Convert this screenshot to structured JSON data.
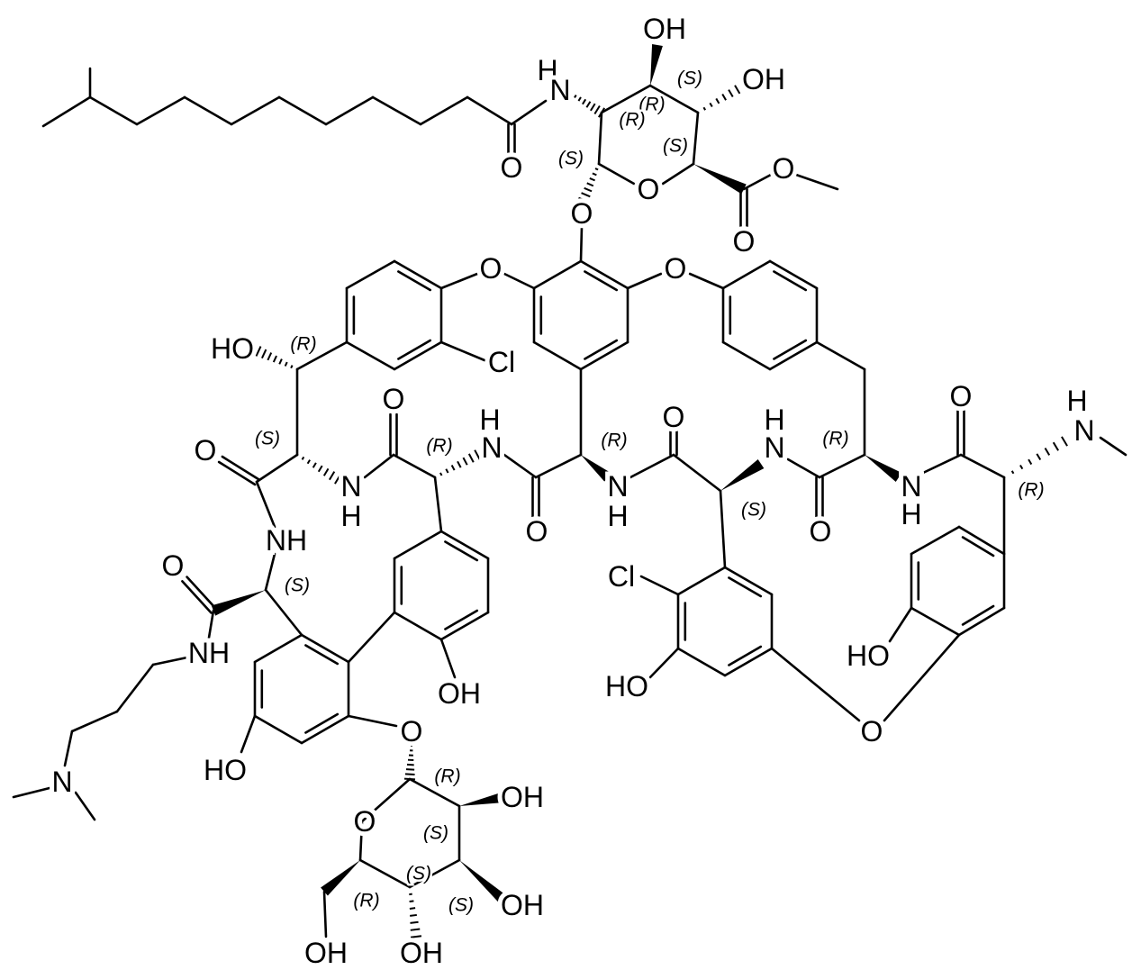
{
  "structure": {
    "bond_color": "#000000",
    "background": "#ffffff",
    "atom_labels": [
      "H",
      "N",
      "OH",
      "OH",
      "O",
      "O",
      "O",
      "O",
      "O",
      "O",
      "O",
      "HO",
      "Cl",
      "O",
      "H",
      "N",
      "O",
      "N",
      "H",
      "O",
      "N",
      "H",
      "O",
      "H",
      "N",
      "O",
      "N",
      "H",
      "O",
      "H",
      "N",
      "NH",
      "O",
      "NH",
      "Cl",
      "HO",
      "HO",
      "OH",
      "O",
      "HO",
      "O",
      "N",
      "O",
      "OH",
      "OH",
      "OH",
      "OH"
    ],
    "stereo_labels": [
      "(S)",
      "(R)",
      "(R)",
      "(S)",
      "(S)",
      "(R)",
      "(R)",
      "(S)",
      "(R)",
      "(R)",
      "(S)",
      "(R)",
      "(S)",
      "(R)",
      "(S)",
      "(S)",
      "(R)",
      "(S)"
    ]
  }
}
